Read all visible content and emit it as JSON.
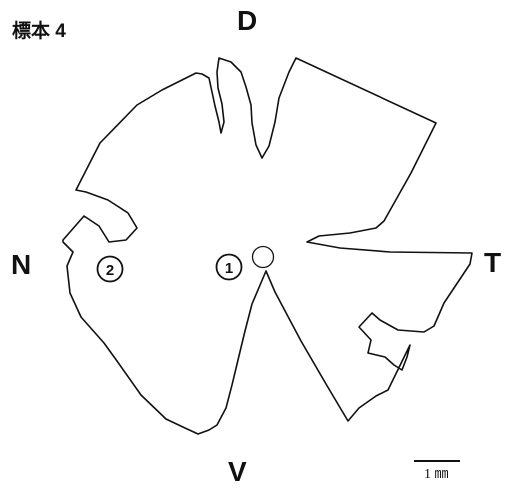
{
  "specimen_label": "標本 4",
  "orientation": {
    "dorsal": "D",
    "nasal": "N",
    "temporal": "T",
    "ventral": "V"
  },
  "markers": [
    {
      "label": "1"
    },
    {
      "label": "2"
    }
  ],
  "scale_bar": {
    "label": "1 ㎜"
  },
  "colors": {
    "ink": "#111111",
    "background": "#ffffff"
  }
}
